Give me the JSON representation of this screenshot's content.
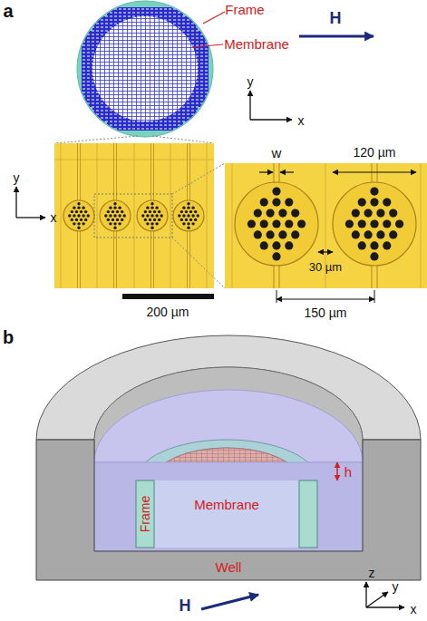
{
  "diagram": {
    "labels": [
      "a",
      "Frame",
      "Membrane",
      "H",
      "y",
      "x",
      "y",
      "x",
      "200 µm",
      "w",
      "120 µm",
      "30 µm",
      "150 µm",
      "b",
      "h",
      "Frame",
      "Membrane",
      "Well",
      "H",
      "z",
      "y",
      "x"
    ]
  }
}
